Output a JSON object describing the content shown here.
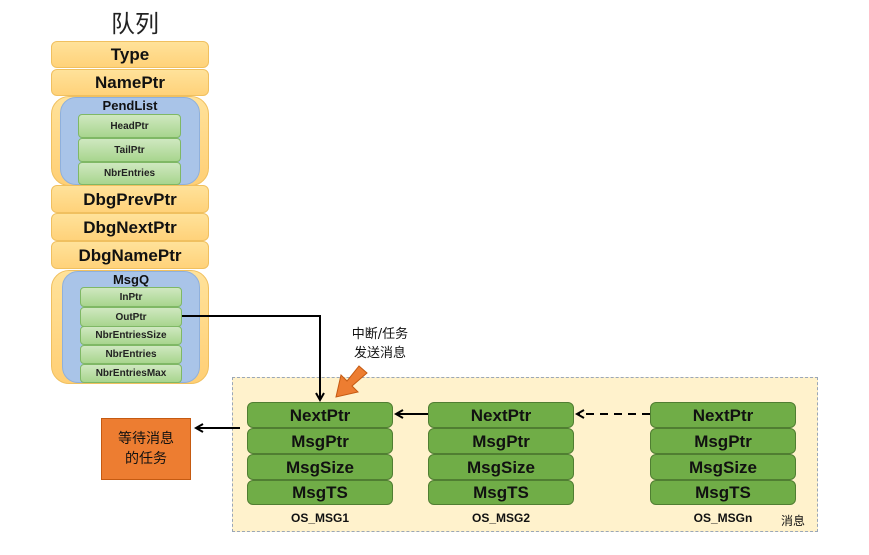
{
  "title": "队列",
  "queue": {
    "fields": [
      "Type",
      "NamePtr"
    ],
    "pendlist": {
      "label": "PendList",
      "items": [
        "HeadPtr",
        "TailPtr",
        "NbrEntries"
      ]
    },
    "dbg_fields": [
      "DbgPrevPtr",
      "DbgNextPtr",
      "DbgNamePtr"
    ],
    "msgq": {
      "label": "MsgQ",
      "items": [
        "InPtr",
        "OutPtr",
        "NbrEntriesSize",
        "NbrEntries",
        "NbrEntriesMax"
      ]
    }
  },
  "messages": [
    {
      "name": "OS_MSG1",
      "fields": [
        "NextPtr",
        "MsgPtr",
        "MsgSize",
        "MsgTS"
      ]
    },
    {
      "name": "OS_MSG2",
      "fields": [
        "NextPtr",
        "MsgPtr",
        "MsgSize",
        "MsgTS"
      ]
    },
    {
      "name": "OS_MSGn",
      "fields": [
        "NextPtr",
        "MsgPtr",
        "MsgSize",
        "MsgTS"
      ]
    }
  ],
  "message_area_label": "消息",
  "sender_note": [
    "中断/任务",
    "发送消息"
  ],
  "waiting_task": [
    "等待消息",
    "的任务"
  ],
  "colors": {
    "queue_yellow": "#ffd27a",
    "list_blue": "#a9c4e8",
    "field_green": "#a8d58e",
    "msg_green": "#70ad47",
    "task_orange": "#ed7d31",
    "msg_area": "#fff2cc"
  }
}
